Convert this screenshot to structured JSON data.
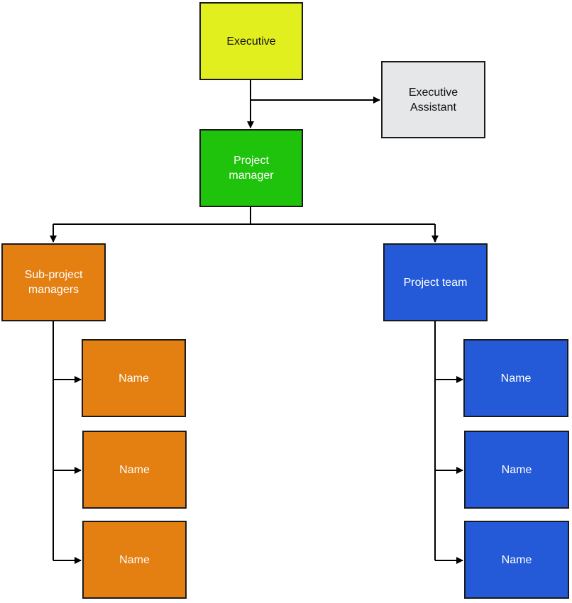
{
  "colors": {
    "executive": "#e2ef1e",
    "assistant": "#e5e7e8",
    "project_manager": "#1fc30c",
    "orange": "#e47f11",
    "blue": "#245ad8",
    "connector": "#000000"
  },
  "executive": {
    "label": "Executive"
  },
  "executive_assistant": {
    "line1": "Executive",
    "line2": "Assistant"
  },
  "project_manager": {
    "line1": "Project",
    "line2": "manager"
  },
  "sub_project_managers": {
    "line1": "Sub-project",
    "line2": "managers",
    "members": [
      "Name",
      "Name",
      "Name"
    ]
  },
  "project_team": {
    "label": "Project team",
    "members": [
      "Name",
      "Name",
      "Name"
    ]
  }
}
